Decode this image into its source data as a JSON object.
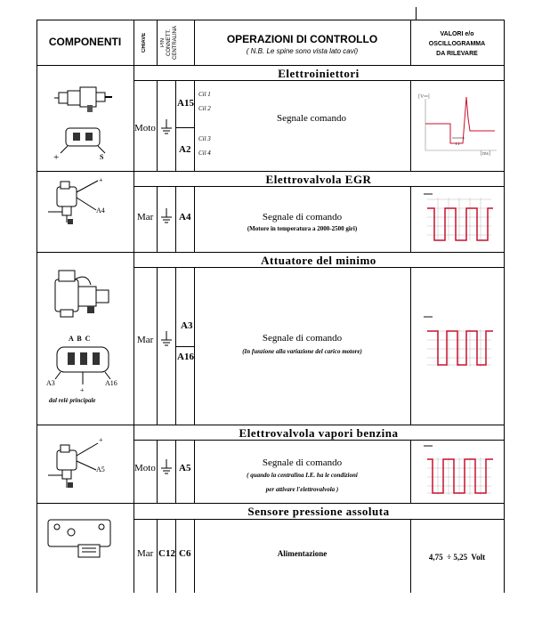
{
  "header": {
    "componenti": "COMPONENTI",
    "chiave": "CHIAVE",
    "pin": "PIN",
    "connett": "CONNETT.",
    "centralina": "CENTRALINA",
    "operazioni_title": "OPERAZIONI DI CONTROLLO",
    "operazioni_note": "( N.B. Le spine sono vista lato cavi)",
    "valori_1": "VALORI e/o",
    "valori_2": "OSCILLOGRAMMA",
    "valori_3": "DA RILEVARE"
  },
  "sections": [
    {
      "title": "Elettroiniettori",
      "chiave": "Moto",
      "pins": [
        "A15",
        "A2"
      ],
      "cil": [
        "Cil 1",
        "Cil 2",
        "Cil 3",
        "Cil 4"
      ],
      "operation": "Segnale comando",
      "connector_labels": [
        "+",
        "S"
      ],
      "scope_labels": [
        "[V═]",
        "t i",
        "[ms]"
      ]
    },
    {
      "title": "Elettrovalvola EGR",
      "chiave": "Mar",
      "pins": [
        "A4"
      ],
      "operation": "Segnale  di comando",
      "note": "(Motore in temperatura a 2000-2500 giri)",
      "connector_labels": [
        "+",
        "A4"
      ]
    },
    {
      "title": "Attuatore del minimo",
      "chiave": "Mar",
      "pins": [
        "A3",
        "A16"
      ],
      "operation": "Segnale  di comando",
      "note": "(In funzione alla variazione del carico motore)",
      "connector_letters": "A  B  C",
      "connector_labels": [
        "A3",
        "+",
        "A16"
      ],
      "relay_note": "dal relè principale"
    },
    {
      "title": "Elettrovalvola vapori benzina",
      "chiave": "Moto",
      "pins": [
        "A5"
      ],
      "operation": "Segnale  di comando",
      "note_1": "( quando la centralina I.E. ha le condizioni",
      "note_2": "per attivare l'elettrovalvola )",
      "connector_labels": [
        "+",
        "A5"
      ]
    },
    {
      "title": "Sensore pressione assoluta",
      "chiave": "Mar",
      "pins": [
        "C12",
        "C6"
      ],
      "operation": "Alimentazione",
      "value": "4,75  ÷ 5,25  Volt"
    }
  ]
}
